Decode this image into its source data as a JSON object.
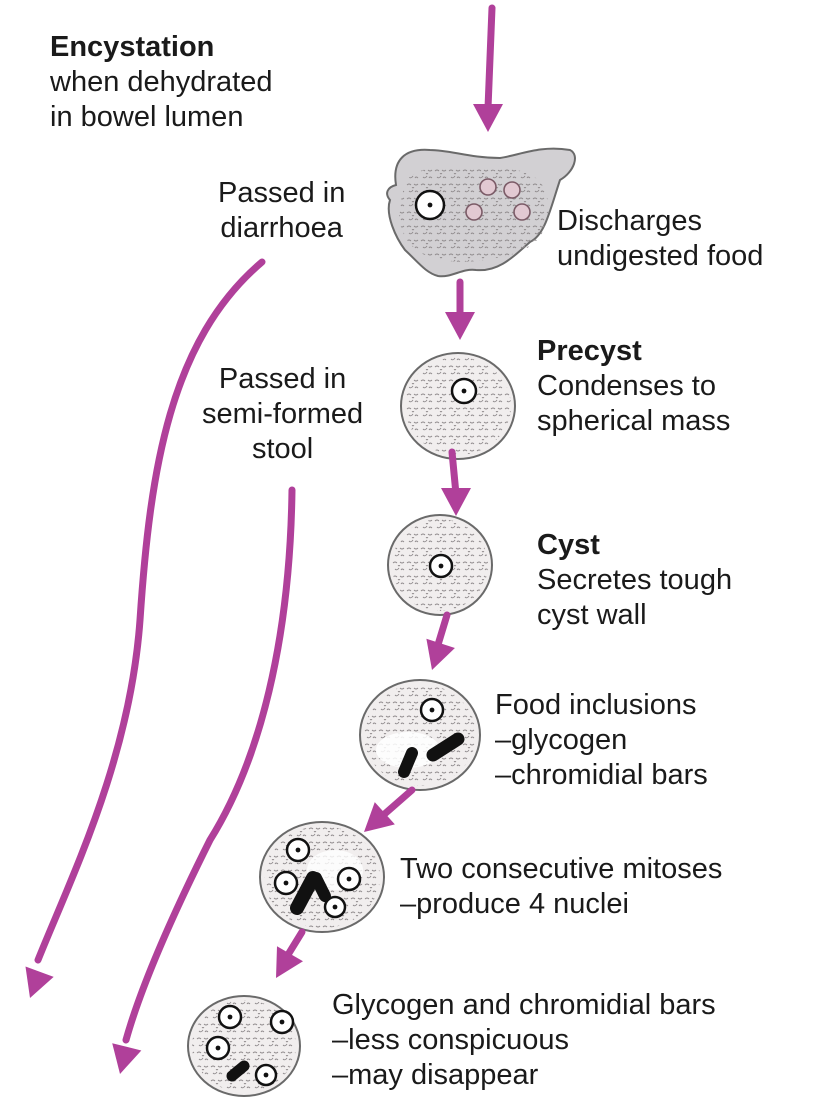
{
  "colors": {
    "arrow": "#b0409a",
    "cell_fill": "#f1eeee",
    "cell_outline": "#6a6a6a",
    "pseudopod_fill": "#d2d0d3",
    "inclusion": "#111111",
    "text": "#1a1a1a"
  },
  "encystation": {
    "title": "Encystation",
    "line1": "when dehydrated",
    "line2": "in bowel lumen"
  },
  "side_paths": {
    "diarrhoea": {
      "line1": "Passed in",
      "line2": "diarrhoea"
    },
    "semi_formed": {
      "line1": "Passed in",
      "line2": "semi-formed",
      "line3": "stool"
    }
  },
  "stages": {
    "trophozoite": {
      "line1": "Discharges",
      "line2": "undigested food"
    },
    "precyst": {
      "title": "Precyst",
      "line1": "Condenses to",
      "line2": "spherical mass"
    },
    "cyst": {
      "title": "Cyst",
      "line1": "Secretes tough",
      "line2": "cyst wall"
    },
    "food_inclusions": {
      "line1": "Food inclusions",
      "line2": "–glycogen",
      "line3": "–chromidial bars"
    },
    "mitoses": {
      "line1": "Two consecutive mitoses",
      "line2": "–produce 4 nuclei"
    },
    "mature": {
      "line1": "Glycogen and chromidial bars",
      "line2": "–less conspicuous",
      "line3": "–may disappear"
    }
  }
}
